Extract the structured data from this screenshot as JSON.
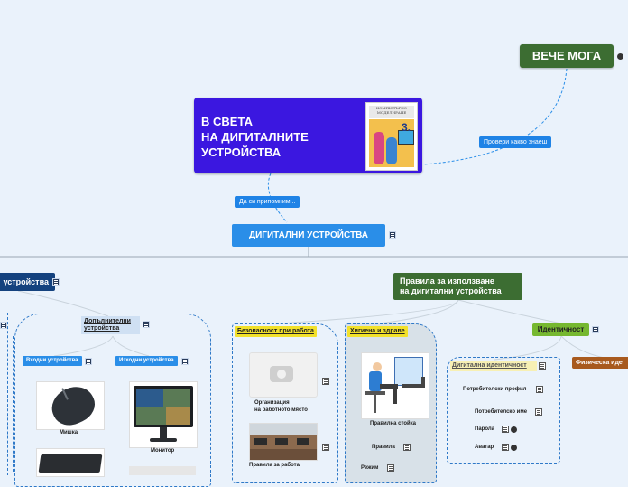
{
  "central": {
    "line1": "В СВЕТА",
    "line2": "НА ДИГИТАЛНИТЕ",
    "line3": "УСТРОЙСТВА",
    "book_title": "КОМПЮТЪРНО МОДЕЛИРАНЕ",
    "book_grade": "3."
  },
  "already_can": "ВЕЧЕ МОГА",
  "link_check": "Провери какво знаеш",
  "link_remember": "Да си припомним...",
  "digital_devices": "ДИГИТАЛНИ УСТРОЙСТВА",
  "left_branch": "устройства",
  "rules_branch": {
    "line1": "Правила за използване",
    "line2": "на дигитални устройства"
  },
  "identity": "Идентичност",
  "physical": "Физическа иде",
  "additional": {
    "line1": "Допълнителни",
    "line2": "устройства"
  },
  "input_devices": "Входни устройства",
  "output_devices": "Изходни устройства",
  "mouse": "Мишка",
  "monitor": "Монитор",
  "safety": "Безопасност при работа",
  "org_workplace": {
    "line1": "Организация",
    "line2": "на работното място"
  },
  "work_rules": "Правила за работа",
  "hygiene": "Хигиена и здраве",
  "posture": "Правилна стойка",
  "rules_item": "Правила",
  "regime": "Режим",
  "digital_identity": "Дигитална идентичност",
  "user_profile": "Потребителски профил",
  "username": "Потребителско име",
  "password": "Парола",
  "avatar": "Аватар",
  "colors": {
    "background": "#eaf2fb",
    "central": "#3b17e0",
    "green": "#3c6d32",
    "blue": "#2a8ee8",
    "navy": "#14427e",
    "light_green": "#76b830",
    "brown": "#a85a1e",
    "yellow": "#f2e12a"
  }
}
